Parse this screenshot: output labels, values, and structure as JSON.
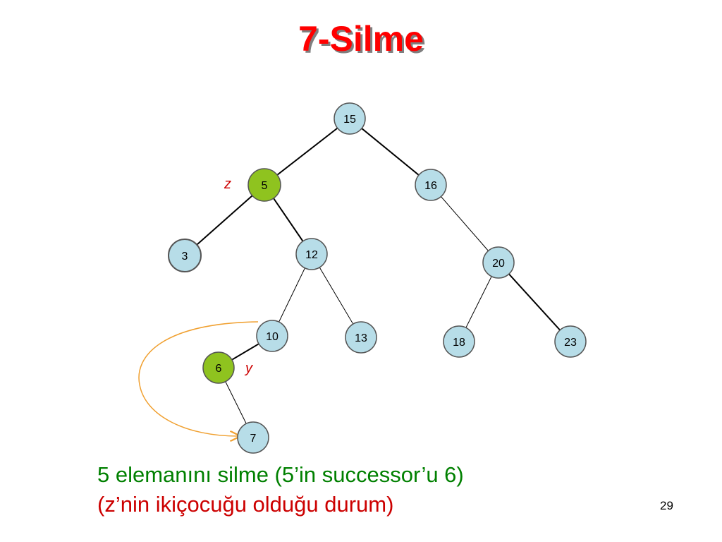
{
  "slide": {
    "title": "7-Silme",
    "caption_line1": "5 elemanını silme (5’in successor’u 6)",
    "caption_line2": "(z’nin ikiçocuğu olduğu durum)",
    "page_number": "29"
  },
  "tree": {
    "nodes": [
      {
        "id": "n15",
        "label": "15",
        "highlight": false
      },
      {
        "id": "n5",
        "label": "5",
        "highlight": true
      },
      {
        "id": "n16",
        "label": "16",
        "highlight": false
      },
      {
        "id": "n3",
        "label": "3",
        "highlight": false
      },
      {
        "id": "n12",
        "label": "12",
        "highlight": false
      },
      {
        "id": "n20",
        "label": "20",
        "highlight": false
      },
      {
        "id": "n10",
        "label": "10",
        "highlight": false
      },
      {
        "id": "n13",
        "label": "13",
        "highlight": false
      },
      {
        "id": "n18",
        "label": "18",
        "highlight": false
      },
      {
        "id": "n23",
        "label": "23",
        "highlight": false
      },
      {
        "id": "n6",
        "label": "6",
        "highlight": true
      },
      {
        "id": "n7",
        "label": "7",
        "highlight": false
      }
    ],
    "markers": {
      "z": "z",
      "y": "y"
    }
  },
  "colors": {
    "node_fill": "#b7dde8",
    "node_highlight": "#8fc31f",
    "arrow": "#f0a030",
    "title": "#ff0000",
    "caption_line1": "#008000",
    "caption_line2": "#cc0000",
    "marker": "#cc0000"
  }
}
